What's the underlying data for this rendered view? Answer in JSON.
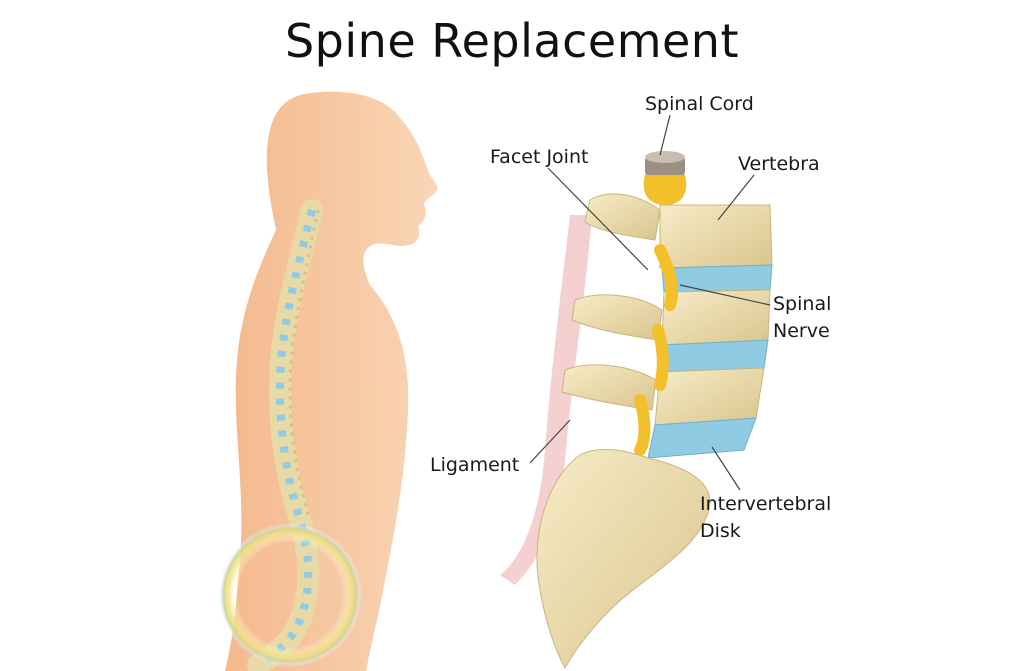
{
  "title": "Spine Replacement",
  "labels": {
    "spinal_cord": "Spinal Cord",
    "facet_joint": "Facet Joint",
    "vertebra": "Vertebra",
    "spinal_nerve_1": "Spinal",
    "spinal_nerve_2": "Nerve",
    "ligament": "Ligament",
    "disk_1": "Intervertebral",
    "disk_2": "Disk"
  },
  "colors": {
    "skin": "#f6c7a0",
    "bone": "#efe1b4",
    "disk": "#8fcbe3",
    "nerve": "#f2c02a",
    "ligament": "#f0b8b8",
    "highlight": "#e9d36a"
  }
}
